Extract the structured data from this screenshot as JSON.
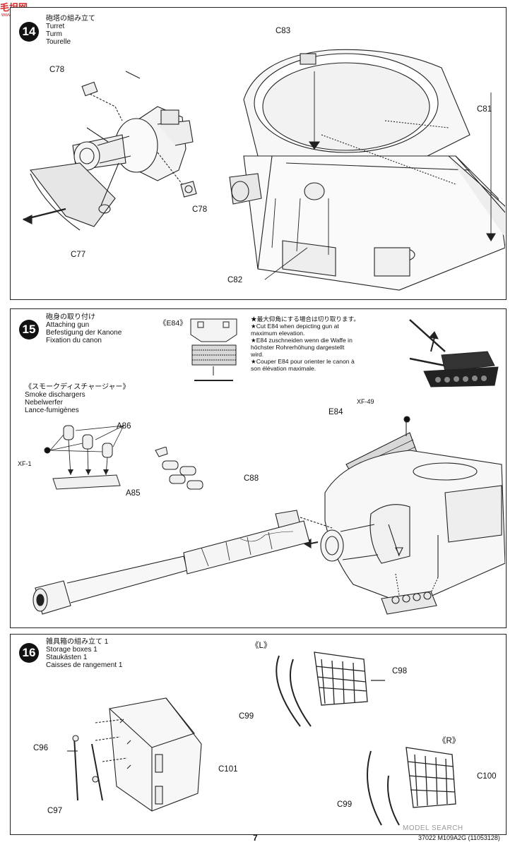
{
  "watermark": {
    "brand": "毛坦网",
    "brand_sub": "www.moxing.net",
    "search": "MODEL SEARCH"
  },
  "step14": {
    "number": "14",
    "title_jp": "砲塔の組み立て",
    "title_en": "Turret",
    "title_de": "Turm",
    "title_fr": "Tourelle",
    "labels": {
      "c78a": "C78",
      "c78b": "C78",
      "c77": "C77",
      "c83": "C83",
      "c81": "C81",
      "c82": "C82"
    }
  },
  "step15": {
    "number": "15",
    "title_jp": "砲身の取り付け",
    "title_en": "Attaching gun",
    "title_de": "Befestigung der Kanone",
    "title_fr": "Fixation du canon",
    "inset_label": "《E84》",
    "notes": [
      "★最大仰角にする場合は切り取ります。",
      "★Cut E84 when depicting gun at",
      "maximum elevation.",
      "★E84 zuschneiden wenn die Waffe in",
      "höchster Rohrerhöhung dargestellt",
      "wird.",
      "★Couper E84 pour orienter le canon à",
      "son élévation maximale."
    ],
    "smoke_jp": "《スモークディスチャージャー》",
    "smoke_en": "Smoke dischargers",
    "smoke_de": "Nebelwerfer",
    "smoke_fr": "Lance-fumigènes",
    "labels": {
      "a86": "A86",
      "a85": "A85",
      "xf1": "XF-1",
      "xf49": "XF-49",
      "e84": "E84",
      "c88": "C88"
    }
  },
  "step16": {
    "number": "16",
    "title_jp": "雑具箱の組み立て 1",
    "title_en": "Storage boxes 1",
    "title_de": "Staukästen 1",
    "title_fr": "Caisses de rangement 1",
    "left_label": "《L》",
    "right_label": "《R》",
    "labels": {
      "c98": "C98",
      "c99a": "C99",
      "c99b": "C99",
      "c100": "C100",
      "c96": "C96",
      "c97": "C97",
      "c101": "C101"
    }
  },
  "footer": {
    "page": "7",
    "code": "37022 M109A2G (11053128)"
  }
}
